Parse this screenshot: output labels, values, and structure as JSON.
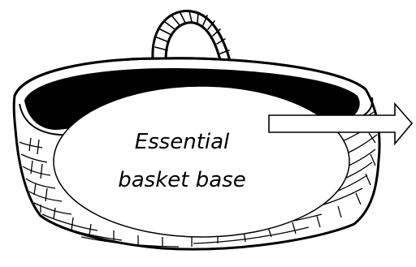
{
  "diagram": {
    "label_lines": [
      "Essential",
      "basket base"
    ],
    "illustration": "woven-basket-with-handle",
    "pointer": "right-arrow-outline",
    "colors": {
      "ink": "#000000",
      "paper": "#ffffff",
      "opening": "#000000"
    }
  }
}
